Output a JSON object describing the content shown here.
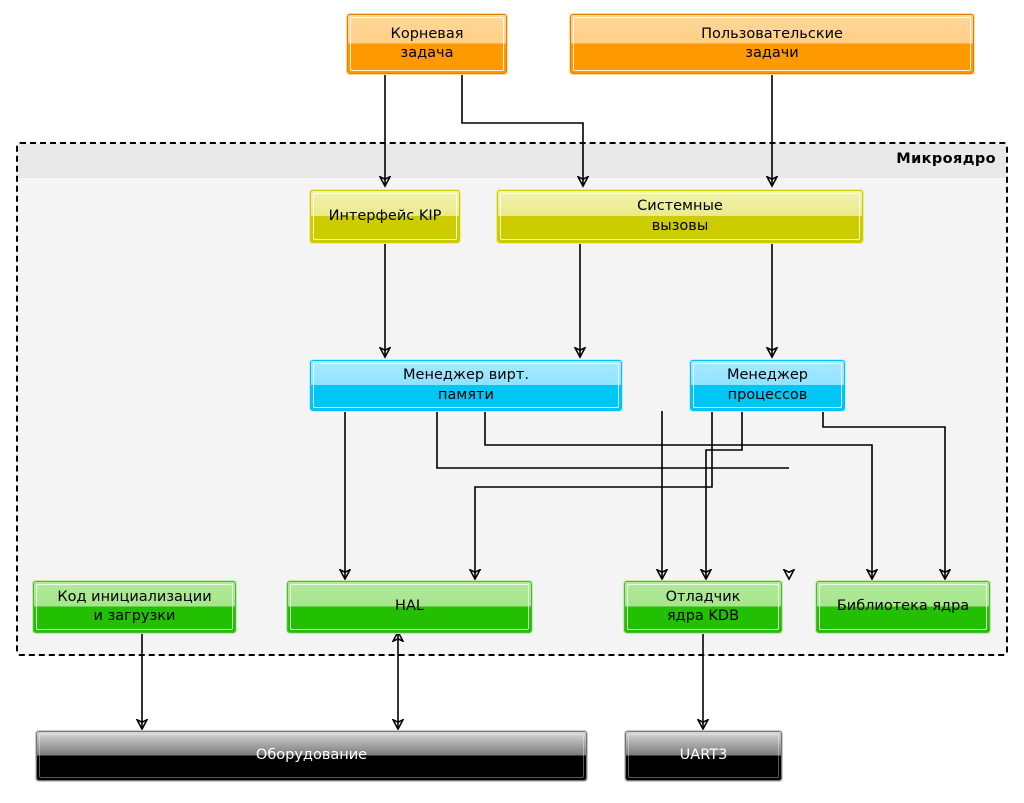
{
  "diagram": {
    "title": "Микроядро",
    "kernel_label": "Микроядро"
  },
  "nodes": {
    "root_task": {
      "label": "Корневая\nзадача",
      "color": "#ff9900"
    },
    "user_tasks": {
      "label": "Пользовательские\nзадачи",
      "color": "#ff9900"
    },
    "kip_interface": {
      "label": "Интерфейс KIP",
      "color": "#cccc00"
    },
    "syscalls": {
      "label": "Системные\nвызовы",
      "color": "#cccc00"
    },
    "vm_manager": {
      "label": "Менеджер вирт.\nпамяти",
      "color": "#00c6f5"
    },
    "proc_manager": {
      "label": "Менеджер\nпроцессов",
      "color": "#00c6f5"
    },
    "init_code": {
      "label": "Код инициализации\nи загрузки",
      "color": "#22c000"
    },
    "hal": {
      "label": "HAL",
      "color": "#22c000"
    },
    "kdb": {
      "label": "Отладчик\nядра KDB",
      "color": "#22c000"
    },
    "kernel_lib": {
      "label": "Библиотека ядра",
      "color": "#22c000"
    },
    "hardware": {
      "label": "Оборудование",
      "color": "#000000"
    },
    "uart3": {
      "label": "UART3",
      "color": "#000000"
    }
  },
  "edges": [
    {
      "from": "root_task",
      "to": "kip_interface",
      "arrow": "single"
    },
    {
      "from": "root_task",
      "to": "syscalls",
      "arrow": "single"
    },
    {
      "from": "user_tasks",
      "to": "syscalls",
      "arrow": "single"
    },
    {
      "from": "kip_interface",
      "to": "vm_manager",
      "arrow": "single"
    },
    {
      "from": "syscalls",
      "to": "vm_manager",
      "arrow": "single"
    },
    {
      "from": "syscalls",
      "to": "proc_manager",
      "arrow": "single"
    },
    {
      "from": "vm_manager",
      "to": "hal",
      "arrow": "single"
    },
    {
      "from": "vm_manager",
      "to": "hal",
      "arrow": "single"
    },
    {
      "from": "vm_manager",
      "to": "kdb",
      "arrow": "single"
    },
    {
      "from": "vm_manager",
      "to": "kernel_lib",
      "arrow": "single"
    },
    {
      "from": "proc_manager",
      "to": "hal",
      "arrow": "single"
    },
    {
      "from": "proc_manager",
      "to": "kdb",
      "arrow": "single"
    },
    {
      "from": "proc_manager",
      "to": "kernel_lib",
      "arrow": "single"
    },
    {
      "from": "init_code",
      "to": "hardware",
      "arrow": "single"
    },
    {
      "from": "hal",
      "to": "hardware",
      "arrow": "double"
    },
    {
      "from": "kdb",
      "to": "uart3",
      "arrow": "single"
    }
  ]
}
